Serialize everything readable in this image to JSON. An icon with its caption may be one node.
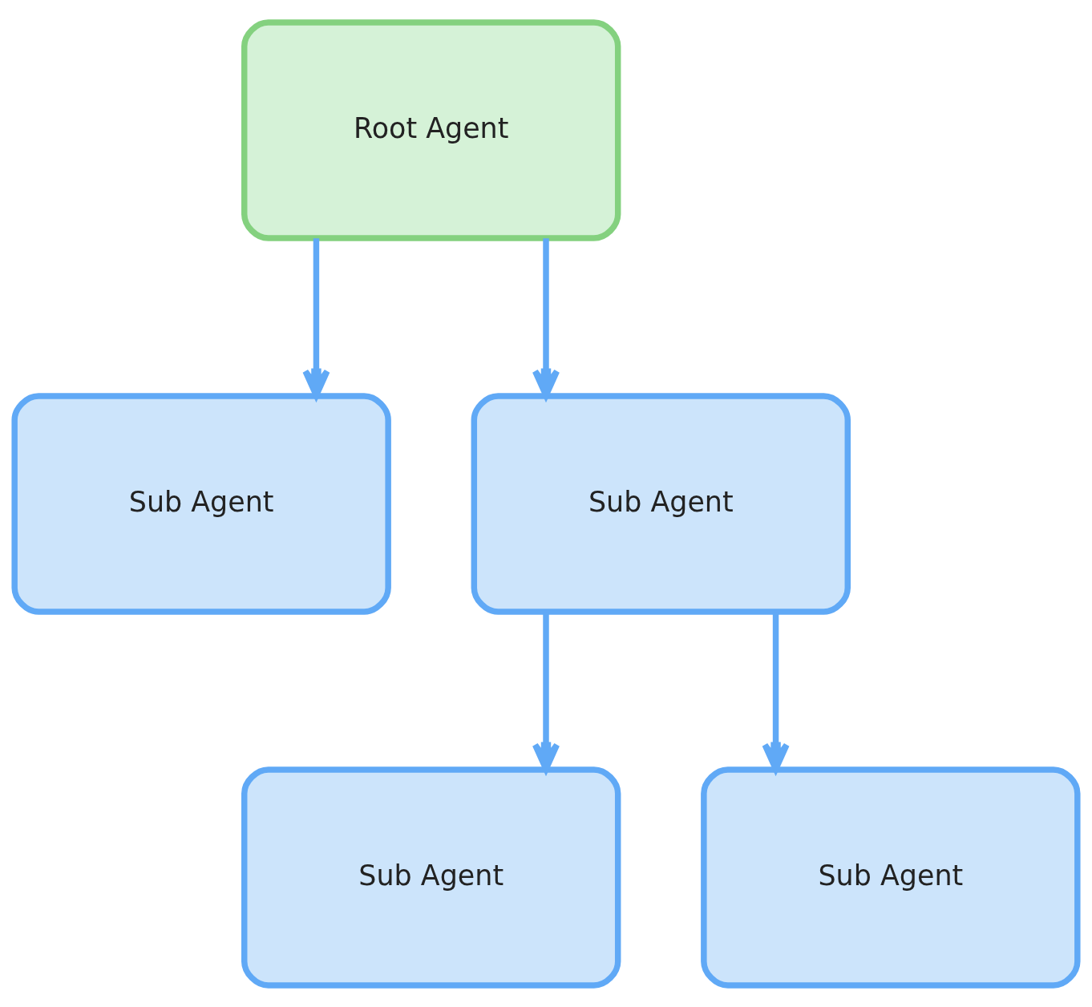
{
  "diagram": {
    "nodes": [
      {
        "text": [
          "Root Agent"
        ]
      },
      {
        "text": [
          "Sub Agent"
        ]
      },
      {
        "text": [
          "Sub Agent"
        ]
      },
      {
        "text": [
          "Sub Agent"
        ]
      },
      {
        "text": [
          "Sub Agent"
        ]
      }
    ],
    "edges": [
      {
        "from": 0,
        "to": 1,
        "arrow": "to"
      },
      {
        "from": 0,
        "to": 2,
        "arrow": "to"
      },
      {
        "from": 2,
        "to": 3,
        "arrow": "to"
      },
      {
        "from": 2,
        "to": 4,
        "arrow": "to"
      }
    ]
  }
}
